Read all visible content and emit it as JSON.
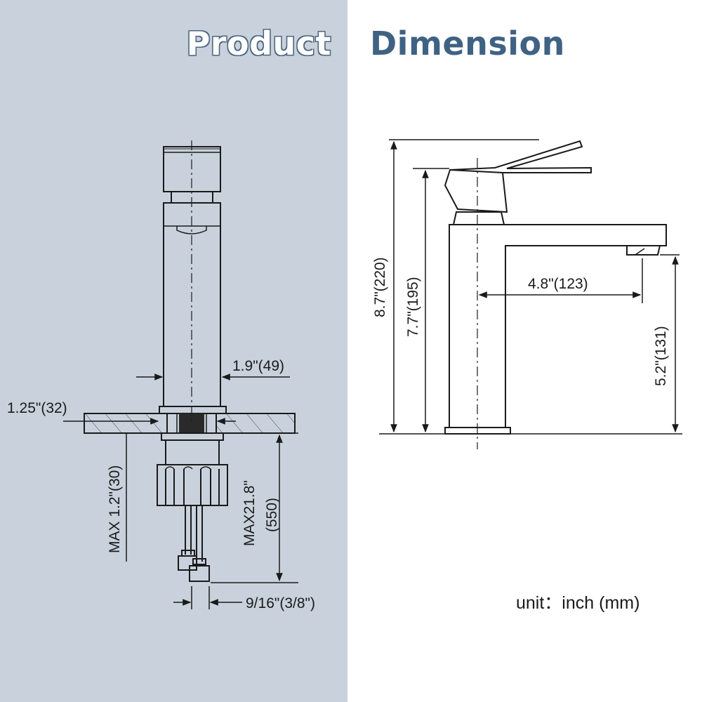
{
  "heading": {
    "left": "Product",
    "right": "Dimension"
  },
  "front_view": {
    "spout_width": "1.9\"(49)",
    "deck_thickness": "1.25\"(32)",
    "max_mount_depth": "MAX 1.2\"(30)",
    "max_hose_length": "MAX21.8\"",
    "max_hose_length_mm": "(550)",
    "hose_connector": "9/16\"(3/8\")"
  },
  "side_view": {
    "total_height": "8.7\"(220)",
    "spout_height": "7.7\"(195)",
    "spout_reach": "4.8\"(123)",
    "spout_clearance": "5.2\"(131)"
  },
  "unit_note": "unit：inch (mm)",
  "colors": {
    "left_panel": "#c9d2dc",
    "title_outline": "#4d6680",
    "title_blue": "#3f6283",
    "line": "#1a1a1a"
  }
}
